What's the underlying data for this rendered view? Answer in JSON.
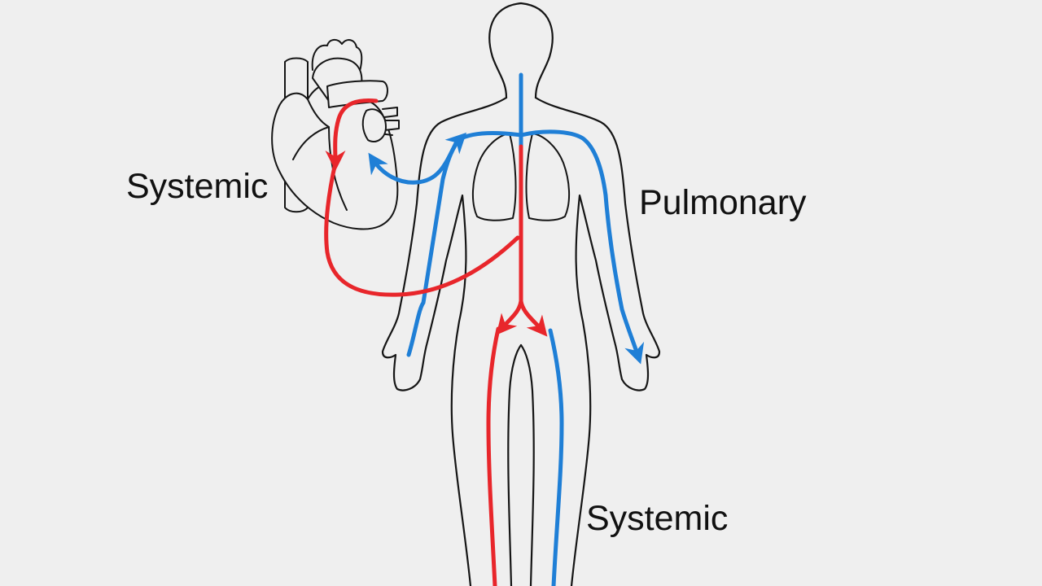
{
  "labels": {
    "left": "Systemic",
    "right": "Pulmonary",
    "bottom": "Systemic"
  },
  "colors": {
    "background": "#efefef",
    "outline": "#151515",
    "oxygenated": "#e8262b",
    "deoxygenated": "#1f7fd6"
  },
  "icons": {
    "heart": "anatomical-heart-icon",
    "body": "human-body-outline-icon",
    "lungs": "lungs-icon"
  }
}
